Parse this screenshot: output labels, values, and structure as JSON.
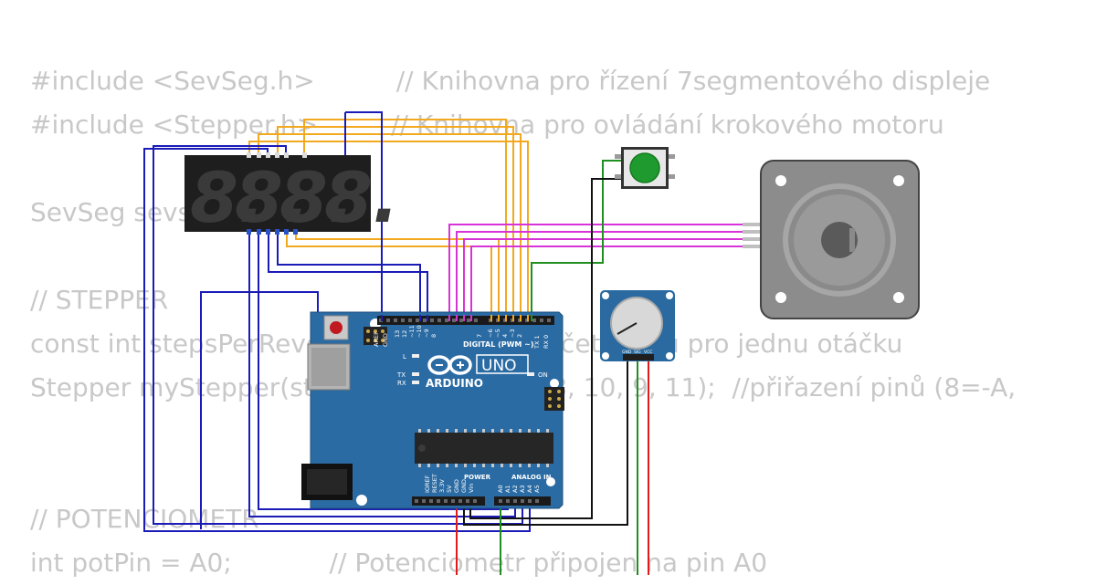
{
  "code_lines": [
    "#include <SevSeg.h>          // Knihovna pro řízení 7segmentového displeje",
    "#include <Stepper.h>         // Knihovna pro ovládání krokového motoru",
    "",
    "SevSeg sevseg;",
    "",
    "// STEPPER",
    "const int stepsPerRevolution = 200;  // Počet kroků pro jednu otáčku",
    "Stepper myStepper(stepsPerRevolution, 8, 10, 9, 11);  //přiřazení pinů (8=-A,",
    "",
    "",
    "// POTENCIOMETR",
    "int potPin = A0;            // Potenciometr připojen na pin A0"
  ],
  "display": {
    "digits": [
      "8.",
      "8.",
      "8.",
      "8."
    ],
    "segment_color": "#3a3a3a",
    "body_color": "#1e1e1e"
  },
  "arduino": {
    "brand": "ARDUINO",
    "model": "UNO",
    "header_digital": "DIGITAL (PWM ~)",
    "header_power": "POWER",
    "header_analog": "ANALOG IN",
    "label_aref": "AREF",
    "label_gnd": "GND",
    "digital_pins": [
      "13",
      "12",
      "~11",
      "~10",
      "~9",
      "8",
      "7",
      "~6",
      "~5",
      "4",
      "~3",
      "2",
      "TX 1",
      "RX 0"
    ],
    "power_pins": [
      "IOREF",
      "RESET",
      "3.3V",
      "5V",
      "GND",
      "GND",
      "Vin"
    ],
    "analog_pins": [
      "A0",
      "A1",
      "A2",
      "A3",
      "A4",
      "A5"
    ],
    "led_l": "L",
    "led_tx": "TX",
    "led_rx": "RX",
    "led_on": "ON",
    "board_color": "#2b6ba3"
  },
  "potentiometer": {
    "pins": [
      "GND",
      "SIG",
      "VCC"
    ],
    "board_color": "#2a6aa0"
  },
  "button": {
    "cap_color": "#1f9a2e"
  },
  "wire_colors": {
    "display_segments": "#f2a91f",
    "display_digits": "#1b1bb8",
    "stepper": "#d833d8",
    "button": "#1f8f1f",
    "power_red": "#e01b1b",
    "ground": "#111111"
  }
}
